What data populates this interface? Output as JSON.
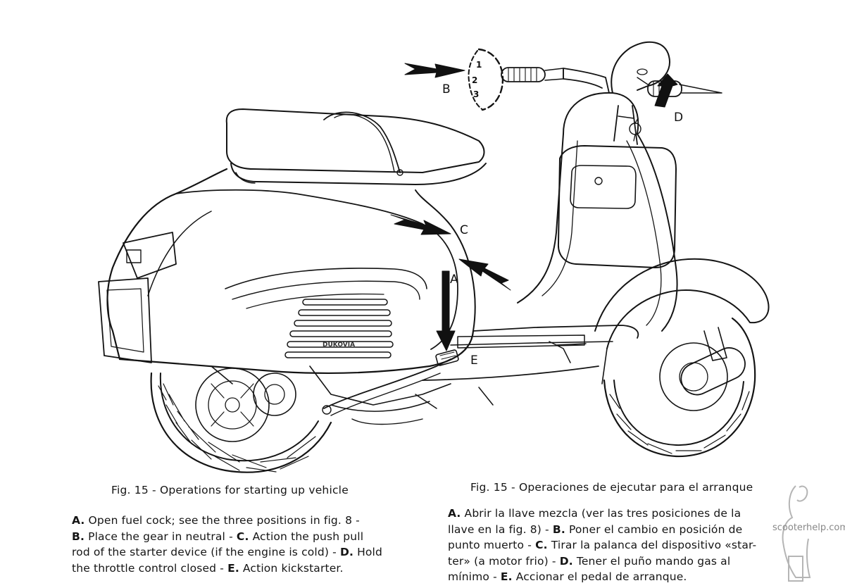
{
  "figure": {
    "callouts": {
      "a": "A",
      "b": "B",
      "c": "C",
      "d": "D",
      "e": "E"
    },
    "gear_dial": [
      "1",
      "2",
      "3"
    ],
    "emblem_text": "DUKOVIA"
  },
  "english": {
    "caption": "Fig. 15 - Operations for starting up vehicle",
    "lines": [
      [
        {
          "b": "A."
        },
        {
          "t": " Open fuel cock; see the three positions in fig. 8 -"
        }
      ],
      [
        {
          "b": "B."
        },
        {
          "t": " Place the gear in neutral - "
        },
        {
          "b": "C."
        },
        {
          "t": " Action the push pull"
        }
      ],
      [
        {
          "t": "rod of the starter device (if the engine is cold) - "
        },
        {
          "b": "D."
        },
        {
          "t": " Hold"
        }
      ],
      [
        {
          "t": "the throttle control closed - "
        },
        {
          "b": "E."
        },
        {
          "t": " Action kickstarter."
        }
      ]
    ]
  },
  "spanish": {
    "caption": "Fig. 15 - Operaciones de ejecutar para el arranque",
    "lines": [
      [
        {
          "b": "A."
        },
        {
          "t": " Abrir la llave mezcla (ver las tres posiciones de la"
        }
      ],
      [
        {
          "t": "llave en la fig. 8) - "
        },
        {
          "b": "B."
        },
        {
          "t": " Poner el cambio en posición de"
        }
      ],
      [
        {
          "t": "punto muerto - "
        },
        {
          "b": "C."
        },
        {
          "t": " Tirar la palanca del dispositivo «star-"
        }
      ],
      [
        {
          "t": "ter» (a motor frio) - "
        },
        {
          "b": "D."
        },
        {
          "t": " Tener el puño mando gas al"
        }
      ],
      [
        {
          "t": "mínimo - "
        },
        {
          "b": "E."
        },
        {
          "t": " Accionar el pedal de arranque."
        }
      ]
    ]
  },
  "watermark": {
    "text": "scooterhelp.com"
  }
}
